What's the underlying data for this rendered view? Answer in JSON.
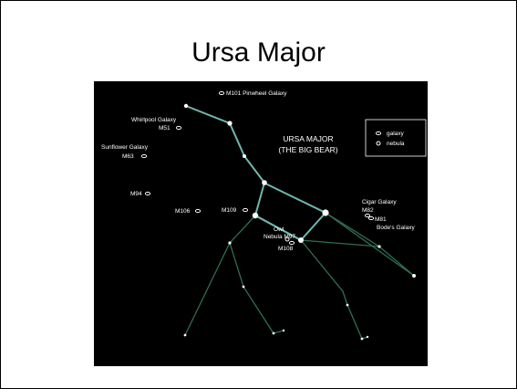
{
  "slide": {
    "title": "Ursa Major"
  },
  "chart": {
    "constellation_label_line1": "URSA MAJOR",
    "constellation_label_line2": "(THE BIG BEAR)",
    "legend": {
      "galaxy": "galaxy",
      "nebula": "nebula"
    },
    "objects": {
      "m101": "M101 Pinwheel Galaxy",
      "whirlpool_name": "Whirlpool Galaxy",
      "m51": "M51",
      "sunflower_name": "Sunflower Galaxy",
      "m63": "M63",
      "m94": "M94",
      "m106": "M106",
      "m109": "M109",
      "owl_line1": "Owl",
      "owl_line2": "Nebula M97",
      "m108": "M108",
      "cigar_name": "Cigar Galaxy",
      "m82": "M82",
      "m81": "M81",
      "bodes_name": "Bode's Galaxy"
    }
  },
  "colors": {
    "background": "#000000",
    "line_teal": "#6fb7ad",
    "line_green": "#2f6e55",
    "star": "#ffffff",
    "text": "#ffffff"
  }
}
